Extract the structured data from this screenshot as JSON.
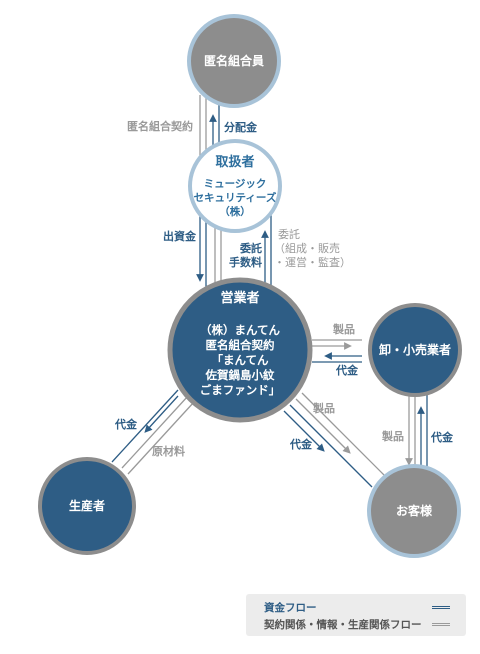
{
  "nodes": {
    "investor": {
      "label": "匿名組合員"
    },
    "handler": {
      "title": "取扱者",
      "line1": "ミュージック",
      "line2": "セキュリティーズ",
      "line3": "（株）"
    },
    "operator": {
      "title": "営業者",
      "line1": "（株）まんてん",
      "line2": "匿名組合契約",
      "line3": "「まんてん",
      "line4": "佐賀鍋島小紋",
      "line5": "ごまファンド」"
    },
    "wholesaler": {
      "label": "卸・小売業者"
    },
    "producer": {
      "label": "生産者"
    },
    "customer": {
      "label": "お客様"
    }
  },
  "edges": {
    "contract": "匿名組合契約",
    "distribution": "分配金",
    "investment": "出資金",
    "commission_1": "委託",
    "commission_2": "手数料",
    "entrust_1": "委託",
    "entrust_2": "（組成・販売",
    "entrust_3": "・運営・監査）",
    "product_wholesale": "製品",
    "price_wholesale": "代金",
    "product_customer": "製品",
    "price_customer": "代金",
    "product_cw": "製品",
    "price_cw": "代金",
    "price_producer": "代金",
    "material": "原材料"
  },
  "legend": {
    "fund_flow": "資金フロー",
    "contract_flow": "契約関係・情報・生産関係フロー"
  },
  "colors": {
    "dark_node": "#2e5d85",
    "gray_node": "#8d8d8d",
    "light_ring": "#a8c3d8",
    "fund_line": "#2e5d85",
    "info_line": "#9a9a9a",
    "handler_text": "#2e6f9e"
  }
}
